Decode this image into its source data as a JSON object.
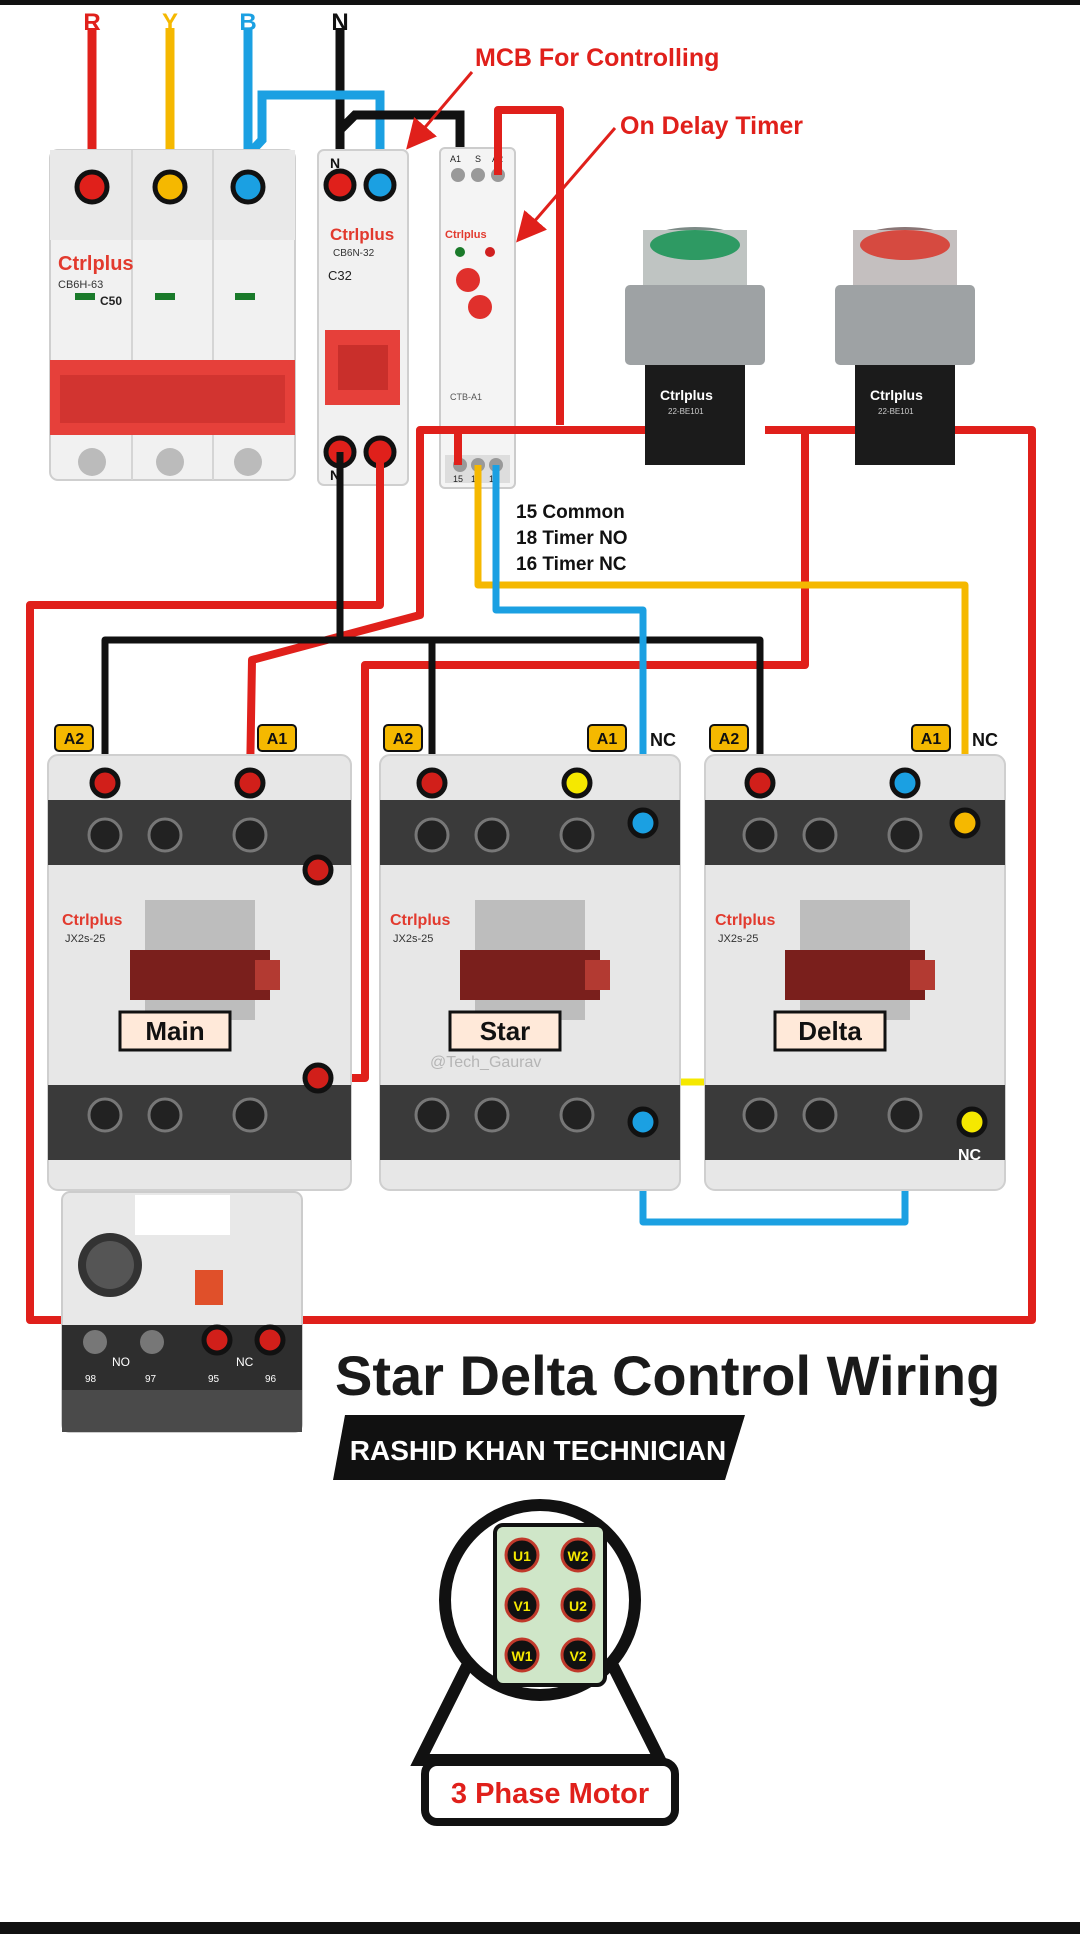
{
  "phases": {
    "r": "R",
    "y": "Y",
    "b": "B",
    "n": "N"
  },
  "callouts": {
    "mcb": "MCB For Controlling",
    "timer": "On Delay Timer"
  },
  "timer_legend": {
    "line1": "15 Common",
    "line2": "18 Timer NO",
    "line3": "16 Timer NC"
  },
  "mcb3p": {
    "brand": "Ctrlplus",
    "model": "CB6H-63",
    "rating": "C50"
  },
  "mcb1p": {
    "brand": "Ctrlplus",
    "model": "CB6N-32",
    "rating": "C32",
    "n_top": "N",
    "n_bot": "N"
  },
  "timer": {
    "brand": "Ctrlplus",
    "model": "CTB-A1",
    "t_a1": "A1",
    "t_s": "S",
    "t_a2": "A2",
    "t_15": "15",
    "t_16": "16",
    "t_18": "18"
  },
  "buttons": {
    "brand": "Ctrlplus",
    "green_model": "22-BE101",
    "red_model": "22-BE101"
  },
  "contactors": {
    "model": "JX2s-25",
    "brand": "Ctrlplus",
    "main_label": "Main",
    "star_label": "Star",
    "delta_label": "Delta",
    "watermark": "@Tech_Gaurav",
    "a1": "A1",
    "a2": "A2",
    "nc": "NC"
  },
  "overload": {
    "no_label": "NO",
    "nc_label": "NC",
    "t95": "95",
    "t96": "96",
    "t97": "97",
    "t98": "98"
  },
  "title": "Star Delta Control Wiring",
  "subtitle": "RASHID KHAN TECHNICIAN",
  "motor": {
    "terminals": [
      "U1",
      "W2",
      "V1",
      "U2",
      "W1",
      "V2"
    ],
    "label": "3 Phase Motor"
  },
  "colors": {
    "red": "#e0201b",
    "yellow": "#f5b800",
    "blue": "#1ba0e2",
    "black": "#111111",
    "brand_red": "#e23a2e"
  }
}
